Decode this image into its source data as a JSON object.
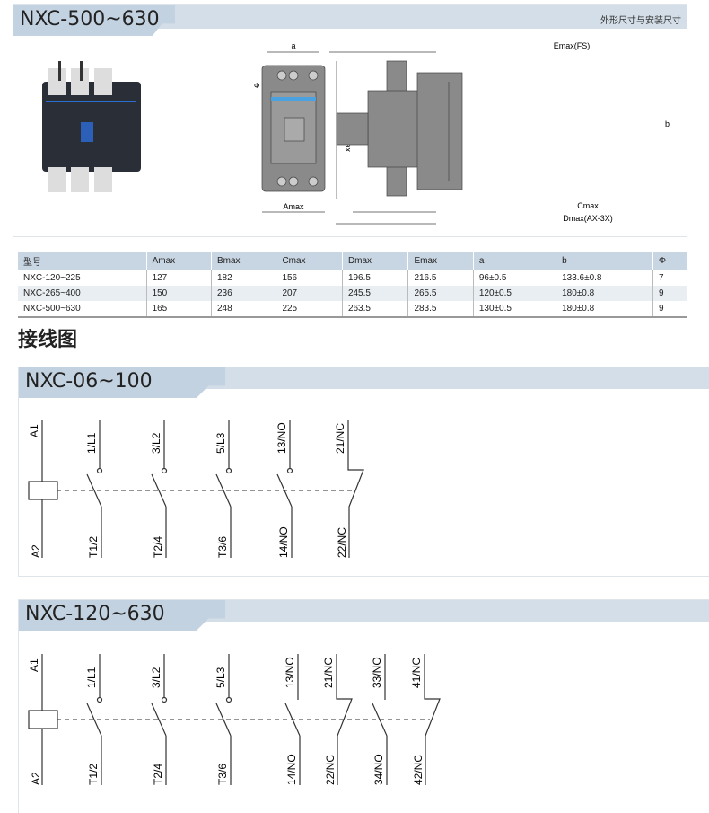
{
  "dimensions": {
    "title": "NXC-500~630",
    "subtitle": "外形尺寸与安装尺寸",
    "front_labels": {
      "a": "a",
      "phi": "Φ",
      "bmax": "Bmax",
      "amax": "Amax"
    },
    "side_labels": {
      "emax": "Emax(FS)",
      "b": "b",
      "cmax": "Cmax",
      "dmax": "Dmax(AX-3X)"
    }
  },
  "table": {
    "headers": [
      "型号",
      "Amax",
      "Bmax",
      "Cmax",
      "Dmax",
      "Emax",
      "a",
      "b",
      "Φ"
    ],
    "rows": [
      [
        "NXC-120~225",
        "127",
        "182",
        "156",
        "196.5",
        "216.5",
        "96±0.5",
        "133.6±0.8",
        "7"
      ],
      [
        "NXC-265~400",
        "150",
        "236",
        "207",
        "245.5",
        "265.5",
        "120±0.5",
        "180±0.8",
        "9"
      ],
      [
        "NXC-500~630",
        "165",
        "248",
        "225",
        "263.5",
        "283.5",
        "130±0.5",
        "180±0.8",
        "9"
      ]
    ]
  },
  "wiring_title": "接线图",
  "diagrams": [
    {
      "title": "NXC-06~100",
      "terminals": [
        {
          "top": "A1",
          "bottom": "A2",
          "type": "coil"
        },
        {
          "top": "1/L1",
          "bottom": "T1/2",
          "type": "main"
        },
        {
          "top": "3/L2",
          "bottom": "T2/4",
          "type": "main"
        },
        {
          "top": "5/L3",
          "bottom": "T3/6",
          "type": "main"
        },
        {
          "top": "13/NO",
          "bottom": "14/NO",
          "type": "main"
        },
        {
          "top": "21/NC",
          "bottom": "22/NC",
          "type": "nc"
        }
      ]
    },
    {
      "title": "NXC-120~630",
      "terminals": [
        {
          "top": "A1",
          "bottom": "A2",
          "type": "coil"
        },
        {
          "top": "1/L1",
          "bottom": "T1/2",
          "type": "main"
        },
        {
          "top": "3/L2",
          "bottom": "T2/4",
          "type": "main"
        },
        {
          "top": "5/L3",
          "bottom": "T3/6",
          "type": "main"
        },
        {
          "top": "13/NO",
          "bottom": "14/NO",
          "type": "no"
        },
        {
          "top": "21/NC",
          "bottom": "22/NC",
          "type": "nc"
        },
        {
          "top": "33/NO",
          "bottom": "34/NO",
          "type": "no"
        },
        {
          "top": "41/NC",
          "bottom": "42/NC",
          "type": "nc"
        }
      ]
    }
  ]
}
